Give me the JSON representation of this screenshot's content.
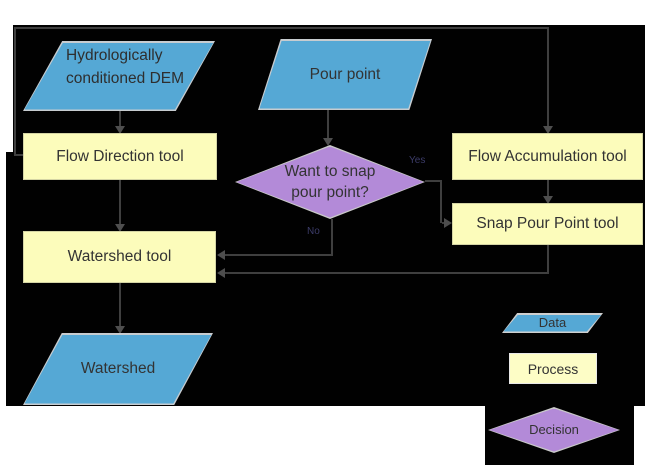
{
  "nodes": {
    "dem": {
      "label": "Hydrologically conditioned DEM",
      "type": "data"
    },
    "pour_point": {
      "label": "Pour point",
      "type": "data"
    },
    "flow_direction": {
      "label": "Flow Direction tool",
      "type": "process"
    },
    "flow_accumulation": {
      "label": "Flow Accumulation tool",
      "type": "process"
    },
    "snap_pour_point": {
      "label": "Snap Pour Point tool",
      "type": "process"
    },
    "decision": {
      "label": "Want to snap pour point?",
      "type": "decision"
    },
    "watershed_tool": {
      "label": "Watershed tool",
      "type": "process"
    },
    "watershed": {
      "label": "Watershed",
      "type": "data"
    }
  },
  "edge_labels": {
    "yes": "Yes",
    "no": "No"
  },
  "legend": {
    "data": "Data",
    "process": "Process",
    "decision": "Decision"
  },
  "colors": {
    "background": "#010101",
    "data_fill": "#55a8d5",
    "process_fill": "#fcfcbb",
    "decision_fill": "#b38ad8",
    "connector": "#3f3f3f",
    "text": "#333333"
  }
}
